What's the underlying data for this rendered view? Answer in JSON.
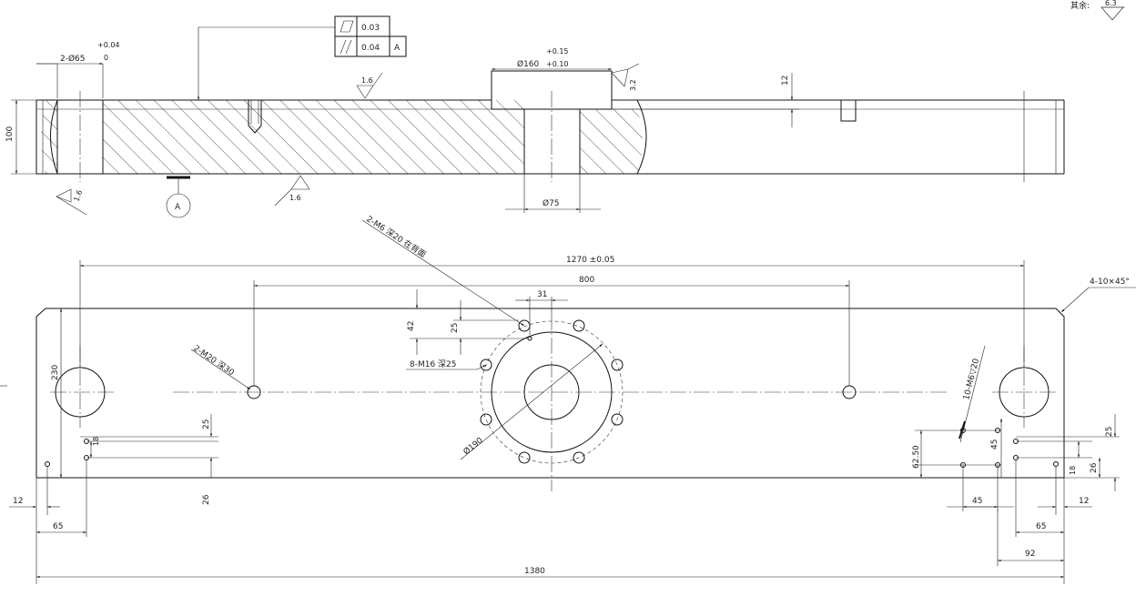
{
  "annotations": {
    "general_note": "其余:",
    "general_roughness": "6.3",
    "top_bore_count_dia": "2-Ø65",
    "top_bore_tol_upper": "+0.04",
    "top_bore_tol_lower": "0",
    "flatness_value": "0.03",
    "parallelism_value": "0.04",
    "datum_ref": "A",
    "datum_label": "A",
    "counterbore_dia": "Ø160",
    "counterbore_tol_upper": "+0.15",
    "counterbore_tol_lower": "+0.10",
    "counterbore_roughness": "3.2",
    "depth_12": "12",
    "height_100": "100",
    "roughness_top": "1.6",
    "roughness_left": "1.6",
    "roughness_bottom": "1.6",
    "bore_75": "Ø75",
    "m6_top_note": "2-M6 深20 在背面",
    "overall_1270": "1270 ±0.05",
    "dist_800": "800",
    "chamfer": "4-10×45°",
    "dist_31": "31",
    "dist_42": "42",
    "dist_25_top": "25",
    "m16_note": "8-M16 深25",
    "m20_note": "2-M20 深30",
    "height_230": "230",
    "pcd_190": "Ø190",
    "m6_right_note": "10-M6▽20",
    "dist_25_left": "25",
    "dist_26_left": "26",
    "dist_18_left": "18",
    "dist_12_left": "12",
    "dist_65_left": "65",
    "dist_6250": "62.50",
    "dist_45_v": "45",
    "dist_45_h": "45",
    "dist_25_right": "25",
    "dist_26_right": "26",
    "dist_18_right": "18",
    "dist_12_right": "12",
    "dist_65_right": "65",
    "dist_92": "92",
    "overall_1380": "1380"
  }
}
